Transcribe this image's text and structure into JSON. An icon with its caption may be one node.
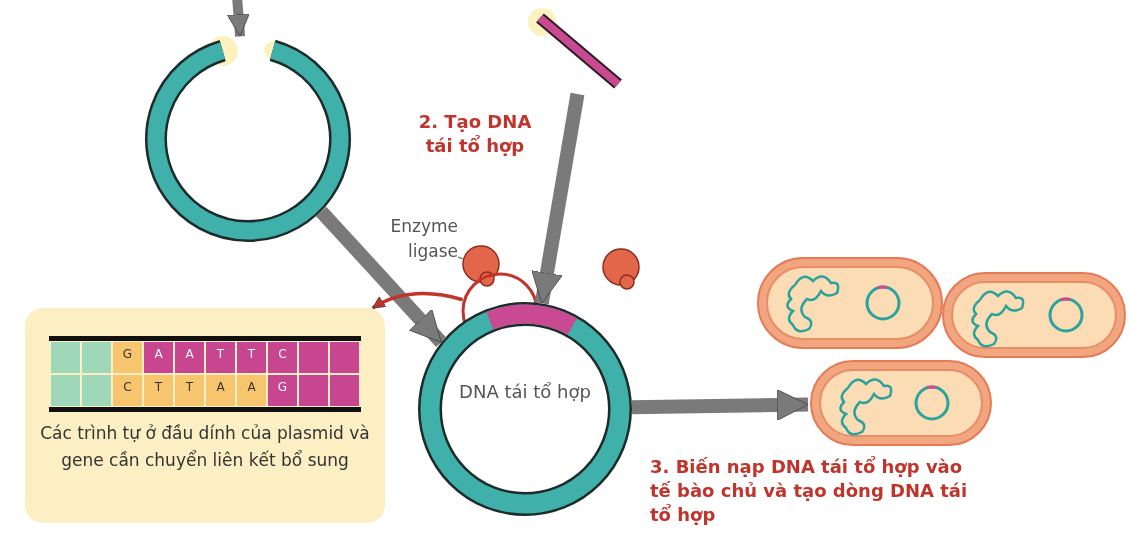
{
  "diagram": {
    "nodes": [
      {
        "text": [],
        "shape": "picture"
      },
      {
        "text": [],
        "shape": "picture"
      },
      {
        "text": [
          "Enzyme ligase"
        ]
      },
      {
        "text": [],
        "shape": "circle"
      },
      {
        "text": [],
        "shape": "circle"
      },
      {
        "text": [],
        "shape": "circle"
      },
      {
        "text": [
          "DNA tái tổ hợp"
        ]
      },
      {
        "text": [
          "Các trình tự ở đầu dính của plasmid và gene cần chuyển liên kết bổ sung"
        ]
      },
      {
        "text": [],
        "shape": "picture"
      },
      {
        "text": [],
        "shape": "picture"
      },
      {
        "text": [],
        "shape": "picture"
      }
    ],
    "edges": [
      {
        "from": null,
        "to": 0,
        "arrow": "to"
      },
      {
        "from": 0,
        "to": 6,
        "arrow": "to"
      },
      {
        "from": 1,
        "to": 6,
        "arrow": "to"
      },
      {
        "from": 2,
        "to": 3,
        "arrow": "none"
      },
      {
        "from": 5,
        "to": 7,
        "arrow": "to",
        "color": "#c0342c"
      },
      {
        "from": 6,
        "to": 10,
        "arrow": "to"
      }
    ],
    "labels": [
      "2. Tạo DNA tái tổ hợp",
      "G",
      "A",
      "A",
      "T",
      "T",
      "C",
      "C",
      "T",
      "T",
      "A",
      "A",
      "G",
      "3. Biến nạp DNA tái tổ hợp vào tế bào chủ và tạo dòng DNA tái tổ hợp"
    ]
  }
}
